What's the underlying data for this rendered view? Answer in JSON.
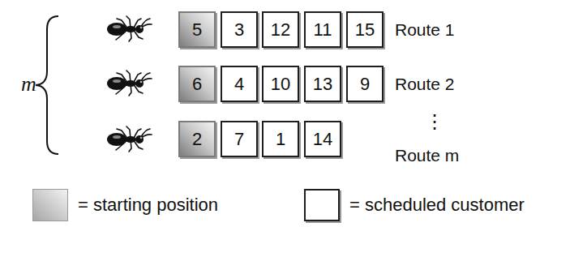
{
  "diagram": {
    "nodes": [
      {
        "text": [
          "5"
        ]
      },
      {
        "text": [
          "3"
        ]
      },
      {
        "text": [
          "12"
        ]
      },
      {
        "text": [
          "11"
        ]
      },
      {
        "text": [
          "15"
        ]
      },
      {
        "text": [
          "6"
        ]
      },
      {
        "text": [
          "4"
        ]
      },
      {
        "text": [
          "10"
        ]
      },
      {
        "text": [
          "13"
        ]
      },
      {
        "text": [
          "9"
        ]
      },
      {
        "text": [
          "2"
        ]
      },
      {
        "text": [
          "7"
        ]
      },
      {
        "text": [
          "1"
        ]
      },
      {
        "text": [
          "14"
        ]
      }
    ],
    "labels": [
      "m",
      "Route 1",
      "Route 2",
      "⋮",
      "Route m"
    ],
    "legend": [
      {
        "text": "= starting position",
        "color": "#a6a6a6"
      },
      {
        "text": "= scheduled customer"
      }
    ]
  }
}
